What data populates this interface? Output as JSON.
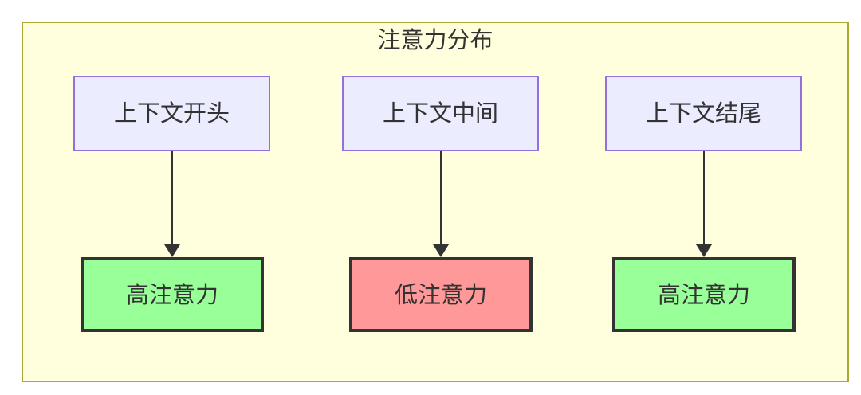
{
  "diagram": {
    "title": "注意力分布",
    "nodes": {
      "sources": [
        {
          "label": "上下文开头"
        },
        {
          "label": "上下文中间"
        },
        {
          "label": "上下文结尾"
        }
      ],
      "results": [
        {
          "label": "高注意力",
          "level": "high"
        },
        {
          "label": "低注意力",
          "level": "low"
        },
        {
          "label": "高注意力",
          "level": "high"
        }
      ]
    },
    "edges": [
      {
        "from": "上下文开头",
        "to": "高注意力"
      },
      {
        "from": "上下文中间",
        "to": "低注意力"
      },
      {
        "from": "上下文结尾",
        "to": "高注意力"
      }
    ],
    "colors": {
      "container_bg": "#ffffde",
      "container_border": "#aaaa33",
      "source_fill": "#ececff",
      "source_border": "#9370db",
      "high_attention_fill": "#99ff99",
      "low_attention_fill": "#ff9999",
      "result_border": "#333333",
      "arrow": "#333333",
      "text": "#333333"
    }
  }
}
